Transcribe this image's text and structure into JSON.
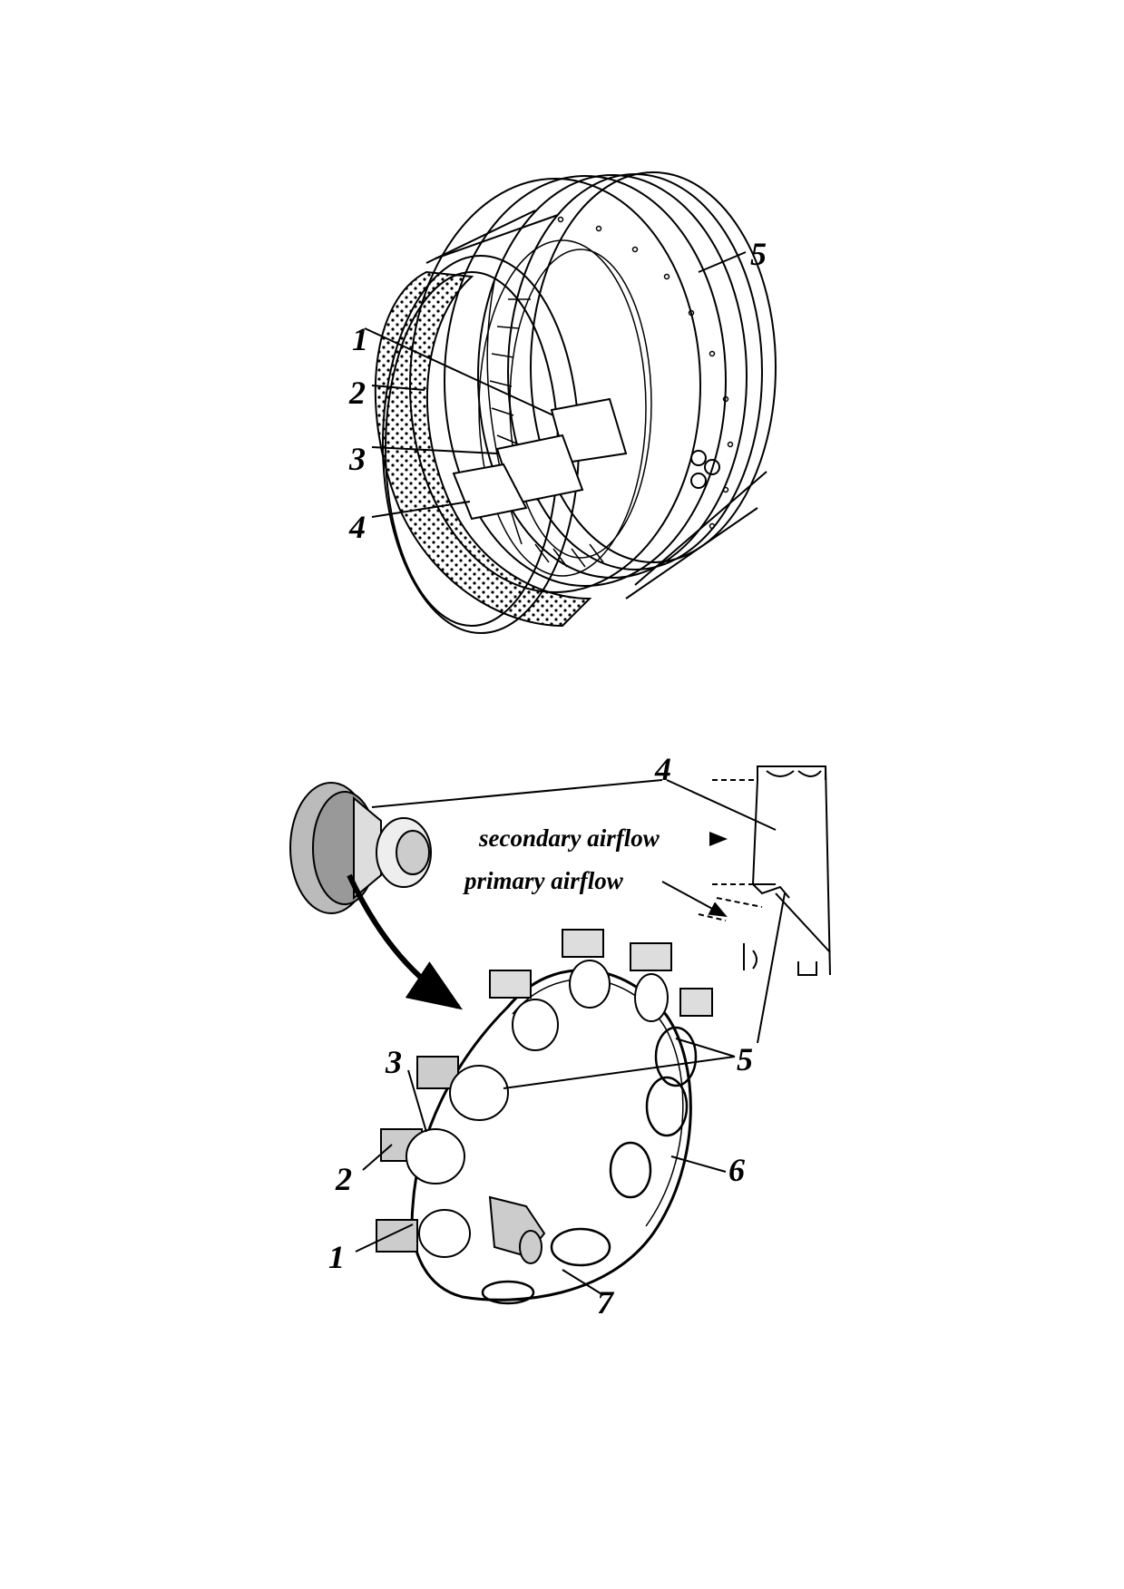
{
  "colors": {
    "ink": "#000000",
    "paper": "#ffffff"
  },
  "figure_top": {
    "labels": {
      "l1": "1",
      "l2": "2",
      "l3": "3",
      "l4": "4",
      "l5": "5"
    }
  },
  "figure_bottom": {
    "labels": {
      "l1": "1",
      "l2": "2",
      "l3": "3",
      "l4": "4",
      "l5": "5",
      "l6": "6",
      "l7": "7"
    },
    "annotations": {
      "secondary": "secondary airflow",
      "primary": "primary airflow"
    }
  }
}
